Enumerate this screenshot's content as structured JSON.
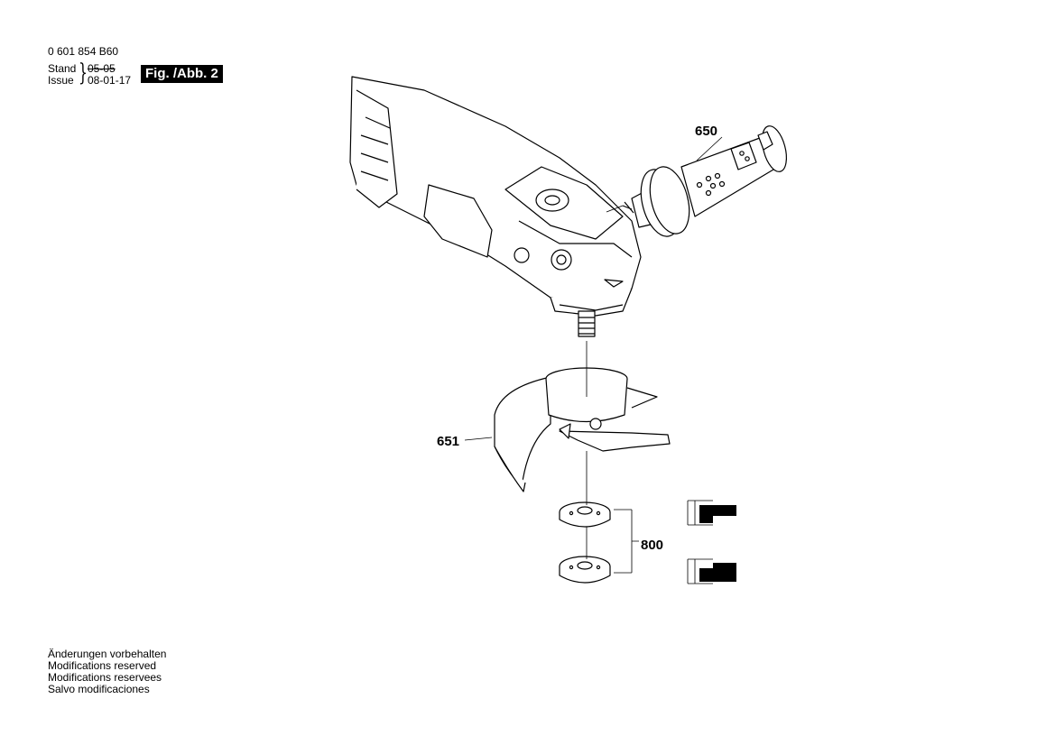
{
  "header": {
    "part_number": "0 601 854 B60",
    "stand_label": "Stand",
    "issue_label": "Issue",
    "stand_date": "05-05",
    "issue_date": "08-01-17",
    "figure_label": "Fig. /Abb. 2"
  },
  "callouts": {
    "handle": "650",
    "guard": "651",
    "flanges": "800"
  },
  "notes": [
    "Änderungen vorbehalten",
    "Modifications reserved",
    "Modifications reservees",
    "Salvo modificaciones"
  ]
}
